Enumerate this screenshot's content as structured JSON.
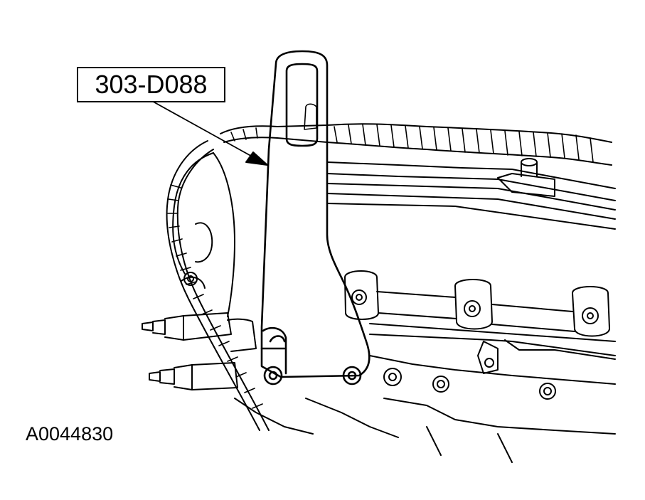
{
  "diagram": {
    "tool_callout": "303-D088",
    "figure_id": "A0044830",
    "colors": {
      "line": "#000000",
      "background": "#ffffff"
    },
    "parts": [
      "tool-handle",
      "wire-harness",
      "valve-cover",
      "coil-bolts",
      "fuel-rail",
      "engine-block"
    ]
  }
}
